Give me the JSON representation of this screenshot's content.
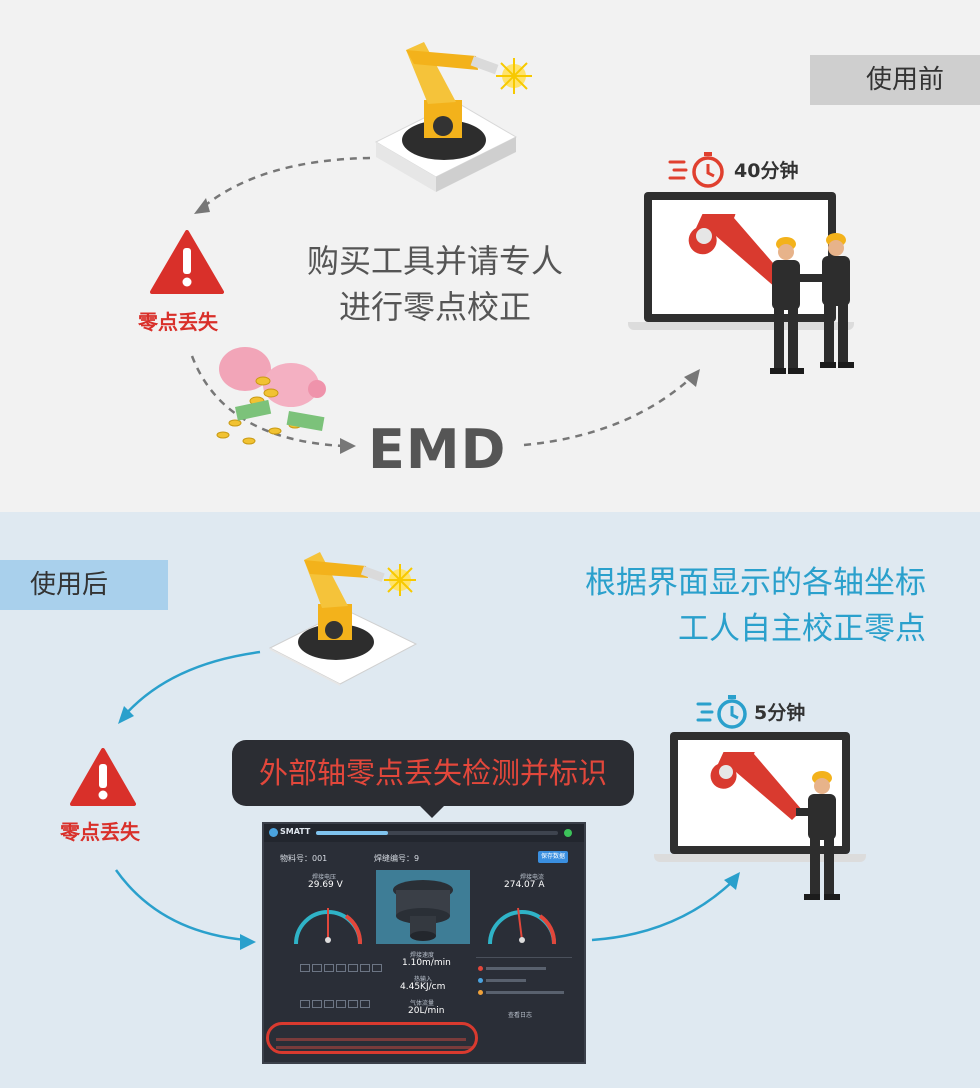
{
  "before": {
    "tag": "使用前",
    "center_text_line1": "购买工具并请专人",
    "center_text_line2": "进行零点校正",
    "warning_label": "零点丢失",
    "emd": "EMD",
    "timer": "40分钟"
  },
  "after": {
    "tag": "使用后",
    "right_text_line1": "根据界面显示的各轴坐标",
    "right_text_line2": "工人自主校正零点",
    "warning_label": "零点丢失",
    "bubble": "外部轴零点丢失检测并标识",
    "timer": "5分钟"
  },
  "app": {
    "logo": "SMATT",
    "field1_label": "物料号：",
    "field1_value": "001",
    "field2_label": "焊缝编号：",
    "field2_value": "9",
    "button": "保存数据",
    "voltage_label": "焊接电压",
    "voltage_value": "29.69 V",
    "current_label": "焊接电流",
    "current_value": "274.07 A",
    "speed_label": "焊接速度",
    "speed_value": "1.10m/min",
    "heat_label": "热输入",
    "heat_value": "4.45KJ/cm",
    "gas_label": "气体流量",
    "gas_value": "20L/min",
    "record": "查看日志"
  },
  "colors": {
    "accent_blue": "#2aa0cc",
    "warning_red": "#d9302a",
    "robot_yellow": "#f3b21b"
  }
}
